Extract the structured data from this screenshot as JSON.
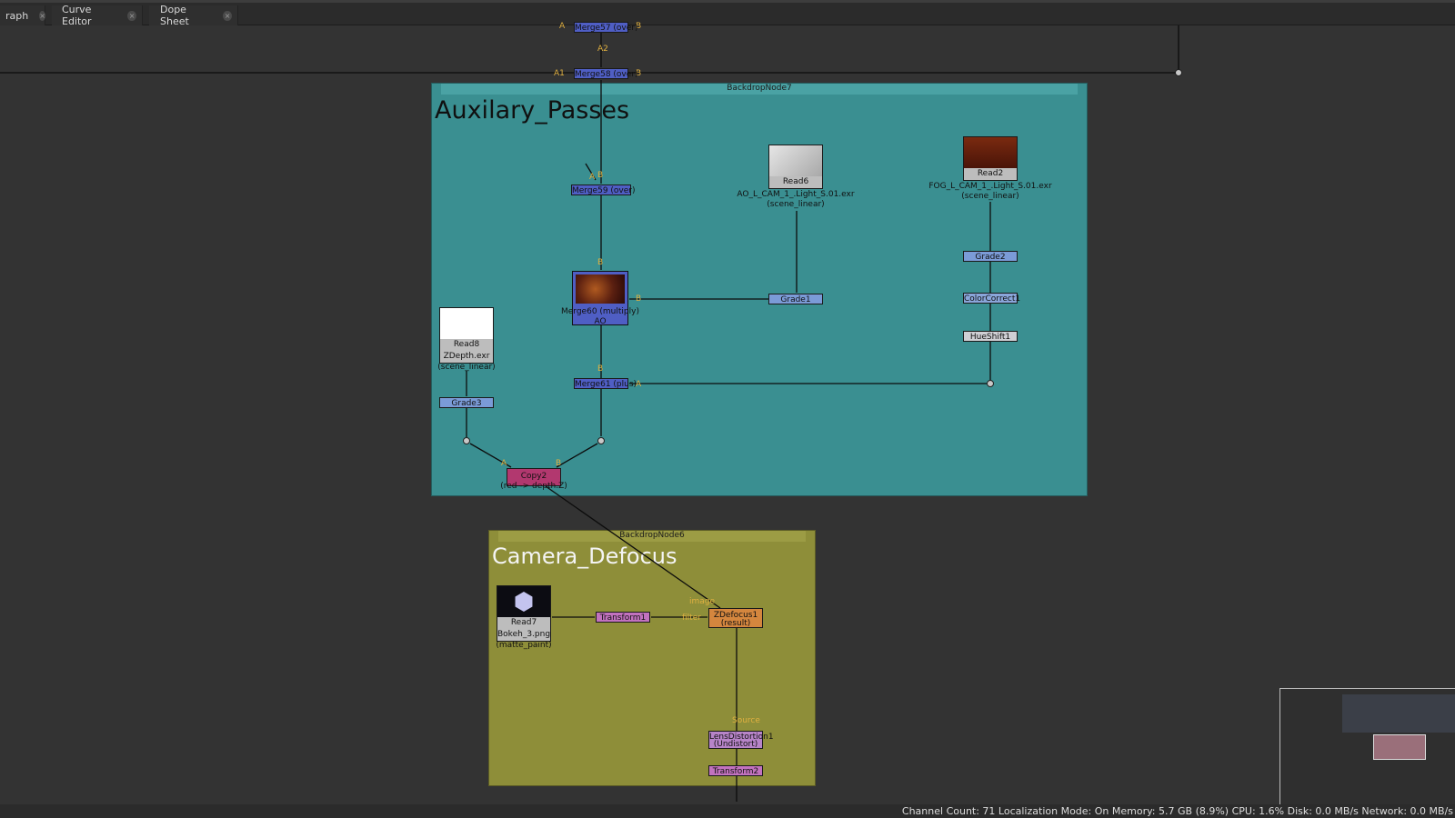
{
  "tabs": [
    {
      "label": "raph",
      "close": "×"
    },
    {
      "label": "Curve Editor",
      "close": "×"
    },
    {
      "label": "Dope Sheet",
      "close": "×"
    }
  ],
  "backdrops": {
    "aux": {
      "header": "BackdropNode7",
      "title": "Auxilary_Passes",
      "color": "#3a8f91"
    },
    "cam": {
      "header": "BackdropNode6",
      "title": "Camera_Defocus",
      "color": "#8e8e39"
    }
  },
  "nodes": {
    "merge57": "Merge57 (over)",
    "merge58": "Merge58 (over)",
    "merge59": "Merge59 (over)",
    "merge60": "Merge60 (multiply)",
    "merge60_sub": "AO",
    "merge61": "Merge61 (plus)",
    "grade1": "Grade1",
    "grade2": "Grade2",
    "grade3": "Grade3",
    "colorcorrect1": "ColorCorrect1",
    "hueshift1": "HueShift1",
    "copy2": "Copy2",
    "copy2_sub": "(red -> depth.Z)",
    "zdefocus1": "ZDefocus1",
    "zdefocus1_sub": "(result)",
    "transform1": "Transform1",
    "lensdistortion1": "LensDistortion1",
    "lensdistortion1_sub": "(Undistort)",
    "transform2": "Transform2"
  },
  "reads": {
    "read6": {
      "name": "Read6",
      "file": "AO_L_CAM_1_.Light_S.01.exr",
      "colorspace": "(scene_linear)"
    },
    "read2": {
      "name": "Read2",
      "file": "FOG_L_CAM_1_.Light_S.01.exr",
      "colorspace": "(scene_linear)"
    },
    "read8": {
      "name": "Read8",
      "file": "ZDepth.exr",
      "colorspace": "(scene_linear)"
    },
    "read7": {
      "name": "Read7",
      "file": "Bokeh_3.png",
      "colorspace": "(matte_paint)"
    }
  },
  "input_labels": {
    "A": "A",
    "B": "B",
    "A1": "A1",
    "A2": "A2",
    "image": "image",
    "filter": "filter",
    "source": "Source"
  },
  "status": "Channel Count: 71  Localization Mode: On  Memory: 5.7 GB (8.9%)  CPU: 1.6%  Disk: 0.0 MB/s  Network: 0.0 MB/s"
}
